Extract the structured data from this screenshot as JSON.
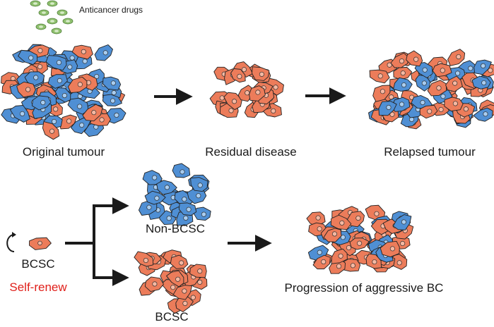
{
  "labels": {
    "drugs": "Anticancer drugs",
    "original": "Original tumour",
    "residual": "Residual disease",
    "relapsed": "Relapsed tumour",
    "non_bcsc": "Non-BCSC",
    "bcsc_single": "BCSC",
    "self_renew": "Self-renew",
    "bcsc_cluster": "BCSC",
    "progression": "Progression of aggressive BC"
  },
  "colors": {
    "blue_cell": "#4f8fd4",
    "orange_cell": "#ec7c5a",
    "drug_pill": "#8fc06e",
    "self_renew_text": "#e0201b",
    "arrow": "#1a1a1a"
  }
}
